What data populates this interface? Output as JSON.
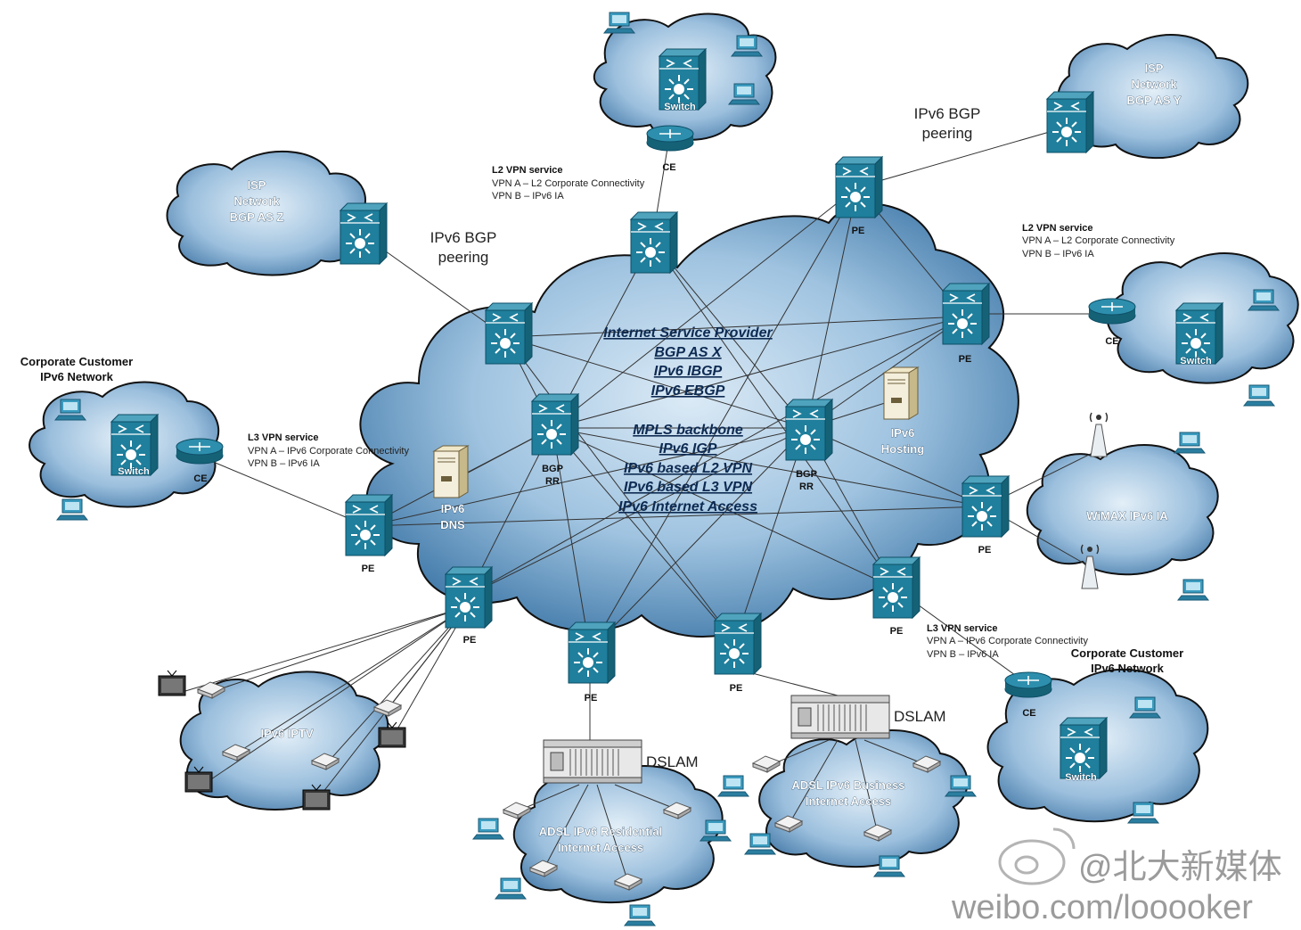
{
  "core": {
    "lines": [
      "Internet Service Provider",
      "BGP AS X",
      "IPv6 IBGP",
      "IPv6 EBGP"
    ],
    "mpls_lines": [
      "MPLS backbone",
      "IPv6 IGP",
      "IPv6 based L2 VPN",
      "IPv6 based L3 VPN",
      "IPv6 Internet Access"
    ]
  },
  "isp_z": {
    "lines": [
      "ISP",
      "Network",
      "BGP AS Z"
    ]
  },
  "isp_y": {
    "lines": [
      "ISP",
      "Network",
      "BGP AS Y"
    ]
  },
  "peering_left": {
    "lines": [
      "IPv6 BGP",
      "peering"
    ]
  },
  "peering_right": {
    "lines": [
      "IPv6 BGP",
      "peering"
    ]
  },
  "l2vpn_top": {
    "title": "L2 VPN service",
    "line_a": "VPN A – L2 Corporate Connectivity",
    "line_b": "VPN B – IPv6 IA"
  },
  "l2vpn_right": {
    "title": "L2 VPN service",
    "line_a": "VPN A – L2 Corporate Connectivity",
    "line_b": "VPN B – IPv6 IA"
  },
  "l3vpn_left": {
    "title": "L3 VPN service",
    "line_a": "VPN A – IPv6 Corporate Connectivity",
    "line_b": "VPN B – IPv6 IA"
  },
  "l3vpn_right": {
    "title": "L3 VPN service",
    "line_a": "VPN A – IPv6 Corporate Connectivity",
    "line_b": "VPN B – IPv6 IA"
  },
  "corp_left": {
    "lines": [
      "Corporate Customer",
      "IPv6 Network"
    ]
  },
  "corp_right": {
    "lines": [
      "Corporate Customer",
      "IPv6 Network"
    ]
  },
  "labels": {
    "switch": "Switch",
    "ce": "CE",
    "pe": "PE",
    "bgp": "BGP",
    "rr": "RR",
    "ipv6": "IPv6",
    "dns": "DNS",
    "hosting": "Hosting",
    "dslam": "DSLAM"
  },
  "wimax": {
    "label": "WiMAX IPv6 IA"
  },
  "iptv": {
    "label": "IPv6 IPTV"
  },
  "adsl_res": {
    "lines": [
      "ADSL IPv6 Residential",
      "Internet Access"
    ]
  },
  "adsl_biz": {
    "lines": [
      "ADSL IPv6 Business",
      "Internet Access"
    ]
  },
  "watermark": {
    "handle": "@北大新媒体",
    "url": "weibo.com/looooker"
  },
  "colors": {
    "cloud_light": "#d6e7f5",
    "cloud_dark": "#3f78a8",
    "device": "#1f7f9c",
    "device_dark": "#0e4f66",
    "link": "#333333"
  },
  "icons": [
    "switch-icon",
    "router-icon",
    "server-icon",
    "pc-icon",
    "antenna-icon",
    "tv-icon",
    "modem-icon",
    "dslam-icon"
  ]
}
